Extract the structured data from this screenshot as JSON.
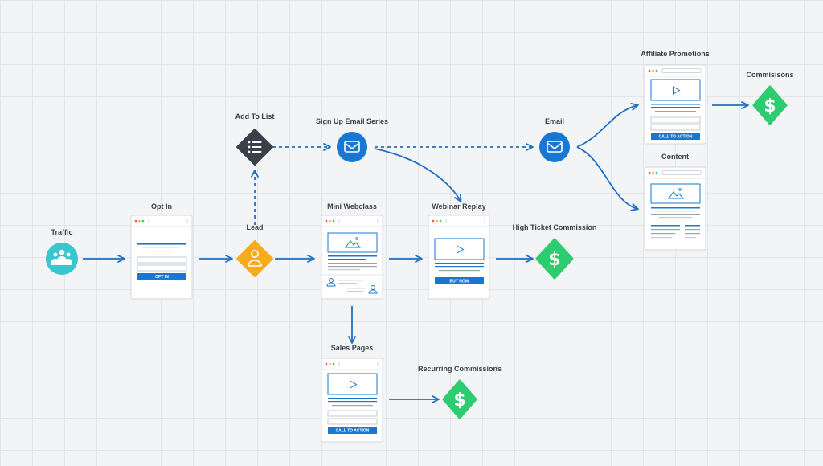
{
  "labels": {
    "traffic": "Traffic",
    "opt_in": "Opt In",
    "lead": "Lead",
    "add_to_list": "Add To List",
    "mini_webclass": "Mini Webclass",
    "sign_up_email_series": "Sign Up Email Series",
    "webinar_replay": "Webinar Replay",
    "high_ticket_commission": "High Ticket Commission",
    "email": "Email",
    "affiliate_promotions": "Affiliate Promotions",
    "commissions": "Commisisons",
    "content": "Content",
    "sales_pages": "Sales Pages",
    "recurring_commissions": "Recurring Commissions"
  },
  "buttons": {
    "opt_in": "OPT IN",
    "buy_now": "BUY NOW",
    "call_to_action_affiliate": "CALL TO ACTION",
    "call_to_action_sales": "CALL TO ACTION"
  },
  "icons": {
    "traffic": "people-group-icon",
    "lead": "person-icon",
    "add_to_list": "list-icon",
    "email": "envelope-icon",
    "commission": "dollar-sign-icon"
  },
  "colors": {
    "connector": "#1f6fc0",
    "accent_blue": "#1877d2",
    "teal": "#39c6cf",
    "lead_orange": "#f8ac1d",
    "list_dark": "#3a4049",
    "money_green": "#2ecc71"
  }
}
